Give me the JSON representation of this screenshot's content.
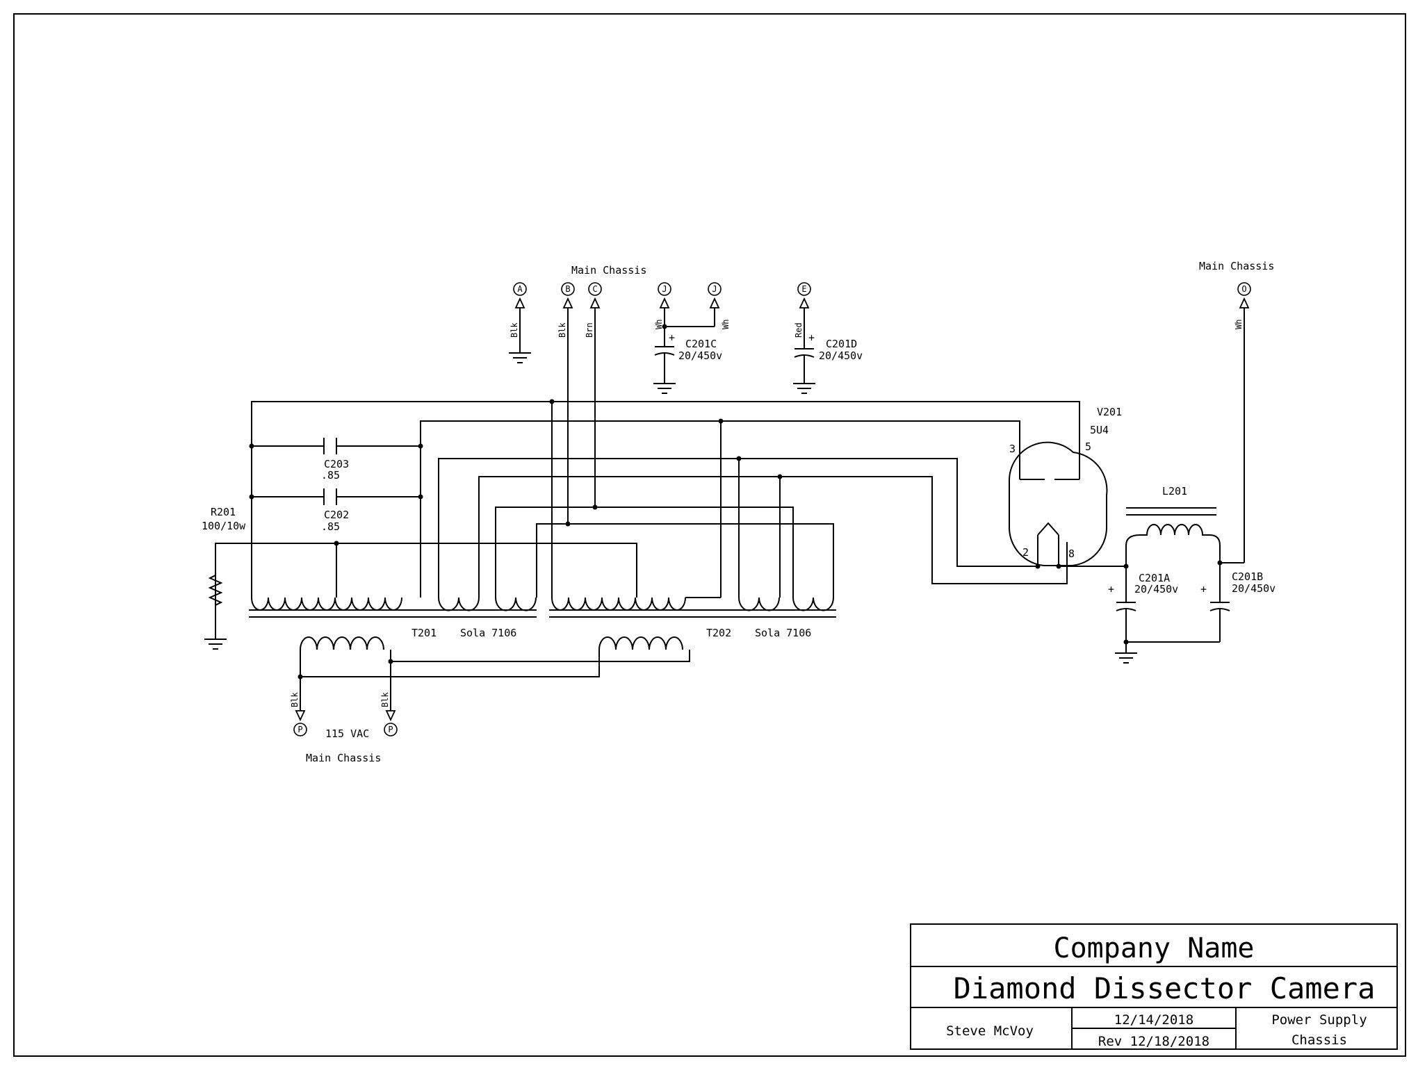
{
  "connectors": {
    "top_chassis_label": "Main Chassis",
    "right_chassis_label": "Main Chassis",
    "bottom_chassis_label": "Main Chassis",
    "A": {
      "letter": "A",
      "wire": "Blk"
    },
    "B": {
      "letter": "B",
      "wire": "Blk"
    },
    "C": {
      "letter": "C",
      "wire": "Brn"
    },
    "J1": {
      "letter": "J",
      "wire": "Wh"
    },
    "J2": {
      "letter": "J",
      "wire": "Wh"
    },
    "E": {
      "letter": "E",
      "wire": "Red"
    },
    "O": {
      "letter": "O",
      "wire": "Wh"
    },
    "P1": {
      "letter": "P",
      "wire": "Blk"
    },
    "P2": {
      "letter": "P",
      "wire": "Blk"
    },
    "mains_label": "115 VAC"
  },
  "components": {
    "C201C": {
      "ref": "C201C",
      "value": "20/450v",
      "polarity": "+"
    },
    "C201D": {
      "ref": "C201D",
      "value": "20/450v",
      "polarity": "+"
    },
    "C203": {
      "ref": "C203",
      "value": ".85"
    },
    "C202": {
      "ref": "C202",
      "value": ".85"
    },
    "R201": {
      "ref": "R201",
      "value": "100/10w"
    },
    "T201": {
      "ref": "T201",
      "model": "Sola 7106"
    },
    "T202": {
      "ref": "T202",
      "model": "Sola 7106"
    },
    "V201": {
      "ref": "V201",
      "type": "5U4",
      "pin_3": "3",
      "pin_5": "5",
      "pin_2": "2",
      "pin_8": "8"
    },
    "L201": {
      "ref": "L201"
    },
    "C201A": {
      "ref": "C201A",
      "value": "20/450v",
      "polarity": "+"
    },
    "C201B": {
      "ref": "C201B",
      "value": "20/450v",
      "polarity": "+"
    }
  },
  "title_block": {
    "company": "Company Name",
    "project": "Diamond Dissector Camera",
    "author": "Steve McVoy",
    "date": "12/14/2018",
    "revision": "Rev 12/18/2018",
    "sheet_title_1": "Power Supply",
    "sheet_title_2": "Chassis"
  }
}
